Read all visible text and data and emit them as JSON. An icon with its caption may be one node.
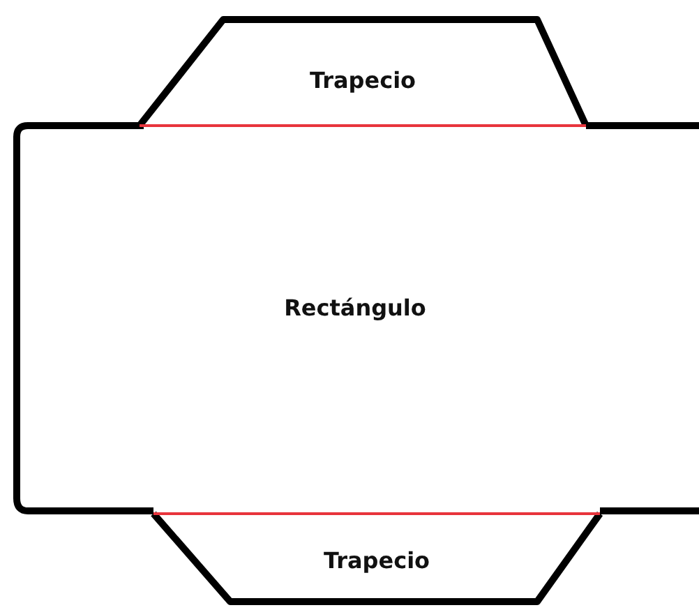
{
  "diagram": {
    "nodes": [
      {
        "text": [
          "Trapecio"
        ]
      },
      {
        "text": [
          "Rectángulo"
        ]
      },
      {
        "text": [
          "Trapecio"
        ]
      }
    ]
  }
}
